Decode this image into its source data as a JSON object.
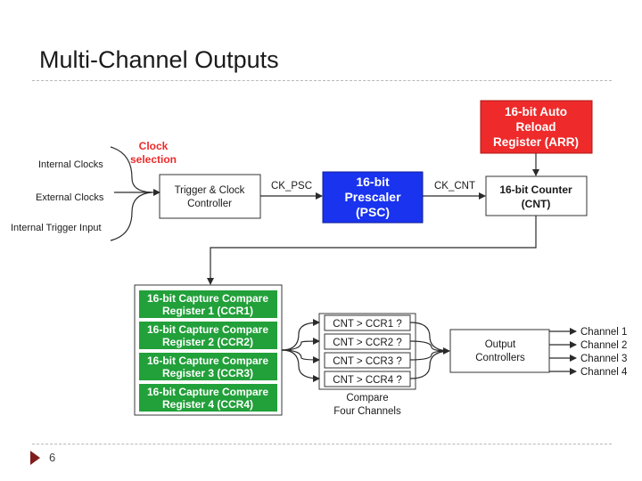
{
  "slide": {
    "title": "Multi-Channel Outputs",
    "page_number": "6"
  },
  "colors": {
    "red": "#ee2a2a",
    "blue": "#1a33ee",
    "green": "#22a03a",
    "red_text": "#ee2a2a"
  },
  "diagram": {
    "inputs": [
      "Internal Clocks",
      "External Clocks",
      "Internal Trigger Input"
    ],
    "clock_selection": [
      "Clock",
      "selection"
    ],
    "trigger_controller": [
      "Trigger & Clock",
      "Controller"
    ],
    "ck_psc": "CK_PSC",
    "prescaler": [
      "16-bit",
      "Prescaler",
      "(PSC)"
    ],
    "ck_cnt": "CK_CNT",
    "arr": [
      "16-bit Auto",
      "Reload",
      "Register (ARR)"
    ],
    "counter": [
      "16-bit Counter",
      "(CNT)"
    ],
    "ccr": [
      [
        "16-bit Capture Compare",
        "Register 1 (CCR1)"
      ],
      [
        "16-bit Capture Compare",
        "Register 2 (CCR2)"
      ],
      [
        "16-bit Capture Compare",
        "Register 3 (CCR3)"
      ],
      [
        "16-bit Capture Compare",
        "Register 4 (CCR4)"
      ]
    ],
    "compares": [
      "CNT > CCR1 ?",
      "CNT > CCR2 ?",
      "CNT > CCR3 ?",
      "CNT > CCR4 ?"
    ],
    "compare_caption": [
      "Compare",
      "Four Channels"
    ],
    "output_controllers": [
      "Output",
      "Controllers"
    ],
    "channels": [
      "Channel 1",
      "Channel 2",
      "Channel 3",
      "Channel 4"
    ]
  }
}
